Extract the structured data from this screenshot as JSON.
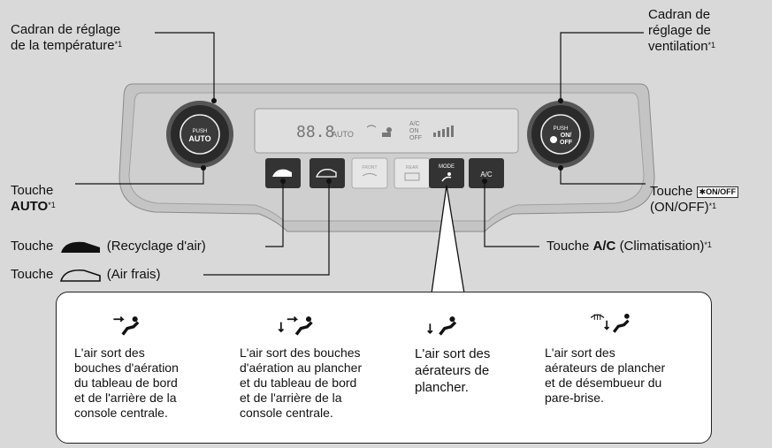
{
  "callouts": {
    "temp_dial": {
      "line1": "Cadran de réglage",
      "line2": "de la température",
      "note": "*1"
    },
    "fan_dial": {
      "line1": "Cadran de",
      "line2": "réglage de",
      "line3": "ventilation",
      "note": "*1"
    },
    "auto_button": {
      "prefix": "Touche",
      "name": "AUTO",
      "note": "*1"
    },
    "onoff_button": {
      "prefix": "Touche",
      "suffix": "(ON/OFF)",
      "note": "*1"
    },
    "recirc_button": {
      "prefix": "Touche",
      "suffix": "(Recyclage d'air)"
    },
    "fresh_button": {
      "prefix": "Touche",
      "suffix": "(Air frais)"
    },
    "ac_button": {
      "prefix": "Touche",
      "name": "A/C",
      "suffix": "(Climatisation)",
      "note": "*1"
    }
  },
  "panel": {
    "dial_push": "PUSH",
    "dial_auto": "AUTO",
    "fan_on": "ON/",
    "fan_off": "OFF",
    "display_temp": "88.8",
    "display_auto": "AUTO",
    "display_ac": "A/C",
    "display_on": "ON",
    "display_off": "OFF",
    "btn_front": "FRONT",
    "btn_rear": "REAR",
    "btn_mode": "MODE",
    "btn_ac": "A/C"
  },
  "modes": [
    {
      "icon": "dashboard-vent-mode-icon",
      "lines": [
        "L'air sort des",
        "bouches d'aération",
        "du tableau de bord",
        "et de l'arrière de la",
        "console centrale."
      ]
    },
    {
      "icon": "floor-dashboard-vent-mode-icon",
      "lines": [
        "L'air sort des bouches",
        "d'aération au plancher",
        "et du tableau de bord",
        "et de l'arrière de la",
        "console centrale."
      ]
    },
    {
      "icon": "floor-vent-mode-icon",
      "lines": [
        "L'air sort des",
        "aérateurs de",
        "plancher."
      ]
    },
    {
      "icon": "floor-defrost-mode-icon",
      "lines": [
        "L'air sort des",
        "aérateurs de plancher",
        "et de désembueur du",
        "pare-brise."
      ]
    }
  ],
  "colors": {
    "background": "#d9d9d9",
    "panel": "#bdbdbd",
    "dial": "#2a2a2a",
    "button": "#3a3a3a"
  }
}
